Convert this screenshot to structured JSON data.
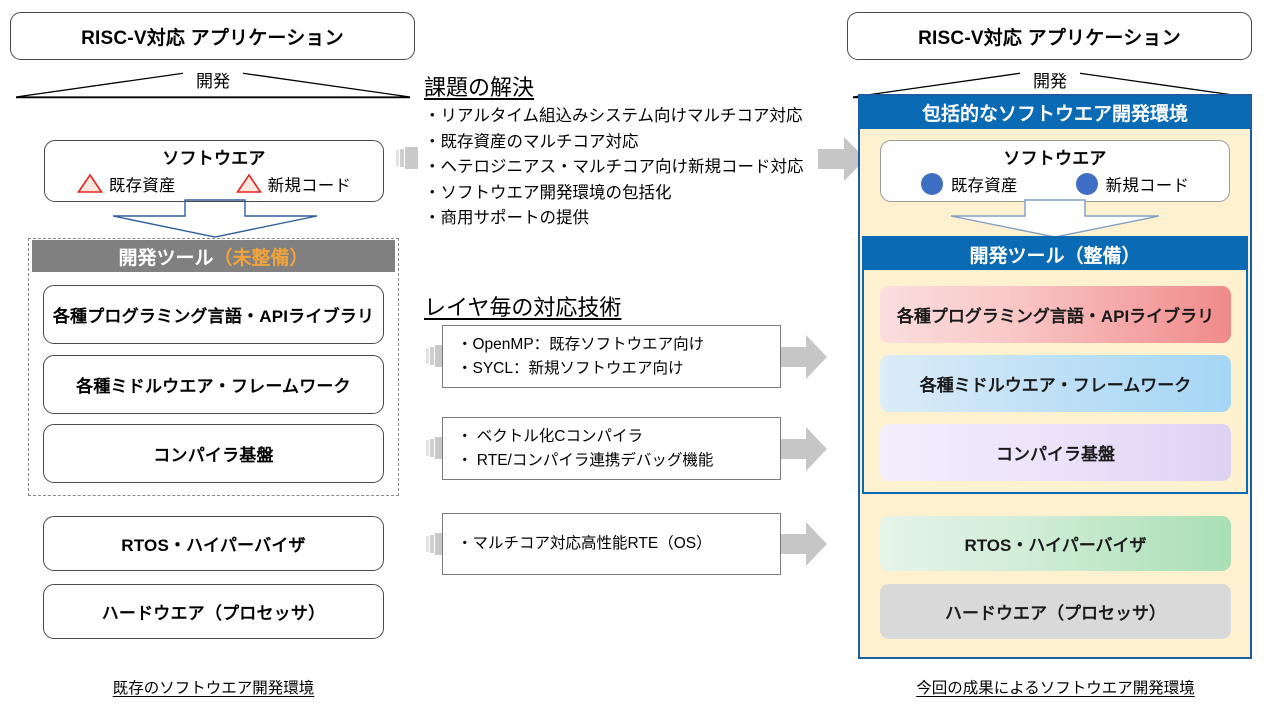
{
  "left": {
    "app_title": "RISC-V対応 アプリケーション",
    "develop_label": "開発",
    "software": {
      "title": "ソフトウエア",
      "legacy_label": "既存資産",
      "new_label": "新規コード",
      "marker_icon": "warning-triangle-icon",
      "marker_color": "#e8231f"
    },
    "tools_header": {
      "main": "開発ツール",
      "status": "（未整備）",
      "status_color": "#f0a23c",
      "bg_color": "#808080"
    },
    "tool_boxes": [
      "各種プログラミング言語・APIライブラリ",
      "各種ミドルウエア・フレームワーク",
      "コンパイラ基盤"
    ],
    "base_boxes": [
      "RTOS・ハイパーバイザ",
      "ハードウエア（プロセッサ）"
    ],
    "caption": "既存のソフトウエア開発環境"
  },
  "center": {
    "issues": {
      "title": "課題の解決",
      "items": [
        "・リアルタイム組込みシステム向けマルチコア対応",
        "・既存資産のマルチコア対応",
        "・ヘテロジニアス・マルチコア向け新規コード対応",
        "・ソフトウエア開発環境の包括化",
        "・商用サポートの提供"
      ]
    },
    "layers": {
      "title": "レイヤ毎の対応技術",
      "boxes": [
        {
          "lines": [
            "・OpenMP：既存ソフトウエア向け",
            "・SYCL：新規ソフトウエア向け"
          ]
        },
        {
          "lines": [
            "・ ベクトル化Cコンパイラ",
            "・ RTE/コンパイラ連携デバッグ機能"
          ]
        },
        {
          "lines": [
            "・マルチコア対応高性能RTE（OS）"
          ]
        }
      ]
    },
    "arrow_color": "#c6c6c6"
  },
  "right": {
    "app_title": "RISC-V対応 アプリケーション",
    "develop_label": "開発",
    "panel_header": "包括的なソフトウエア開発環境",
    "panel_header_bg": "#0a6ab4",
    "panel_bg": "#fdf1cf",
    "panel_border": "#1a5fa4",
    "software": {
      "title": "ソフトウエア",
      "legacy_label": "既存資産",
      "new_label": "新規コード",
      "marker_icon": "filled-circle-icon",
      "marker_color": "#3f6fc4"
    },
    "tools_header": {
      "main": "開発ツール",
      "status": "（整備）"
    },
    "tool_boxes": [
      {
        "label": "各種プログラミング言語・APIライブラリ",
        "style": "g-red"
      },
      {
        "label": "各種ミドルウエア・フレームワーク",
        "style": "g-blue"
      },
      {
        "label": "コンパイラ基盤",
        "style": "g-purple"
      }
    ],
    "base_boxes": [
      {
        "label": "RTOS・ハイパーバイザ",
        "style": "g-green"
      },
      {
        "label": "ハードウエア（プロセッサ）",
        "style": "g-gray"
      }
    ],
    "caption": "今回の成果によるソフトウエア開発環境"
  }
}
